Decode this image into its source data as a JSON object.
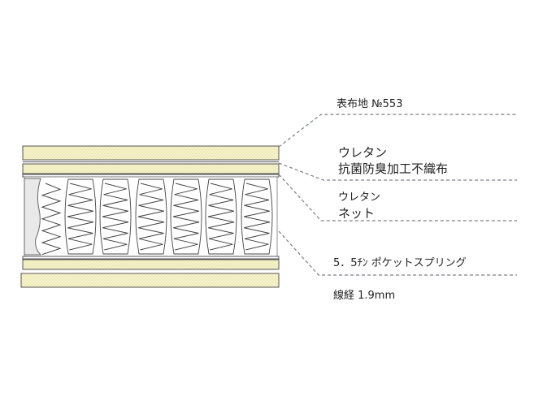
{
  "labels": {
    "fabric": "表布地 №553",
    "urethane_1": "ウレタン",
    "antibacterial": "抗菌防臭加工不織布",
    "urethane_2": "ウレタン",
    "net": "ネット",
    "pocket_spring": "5．5ﾁﾝ ポケットスプリング",
    "wire_gauge": "線経 1.9mm"
  },
  "colors": {
    "foam_fill": "#f6f3c8",
    "foam_dot": "#cfc99a",
    "outline": "#555555",
    "leader": "#7a7f88"
  }
}
